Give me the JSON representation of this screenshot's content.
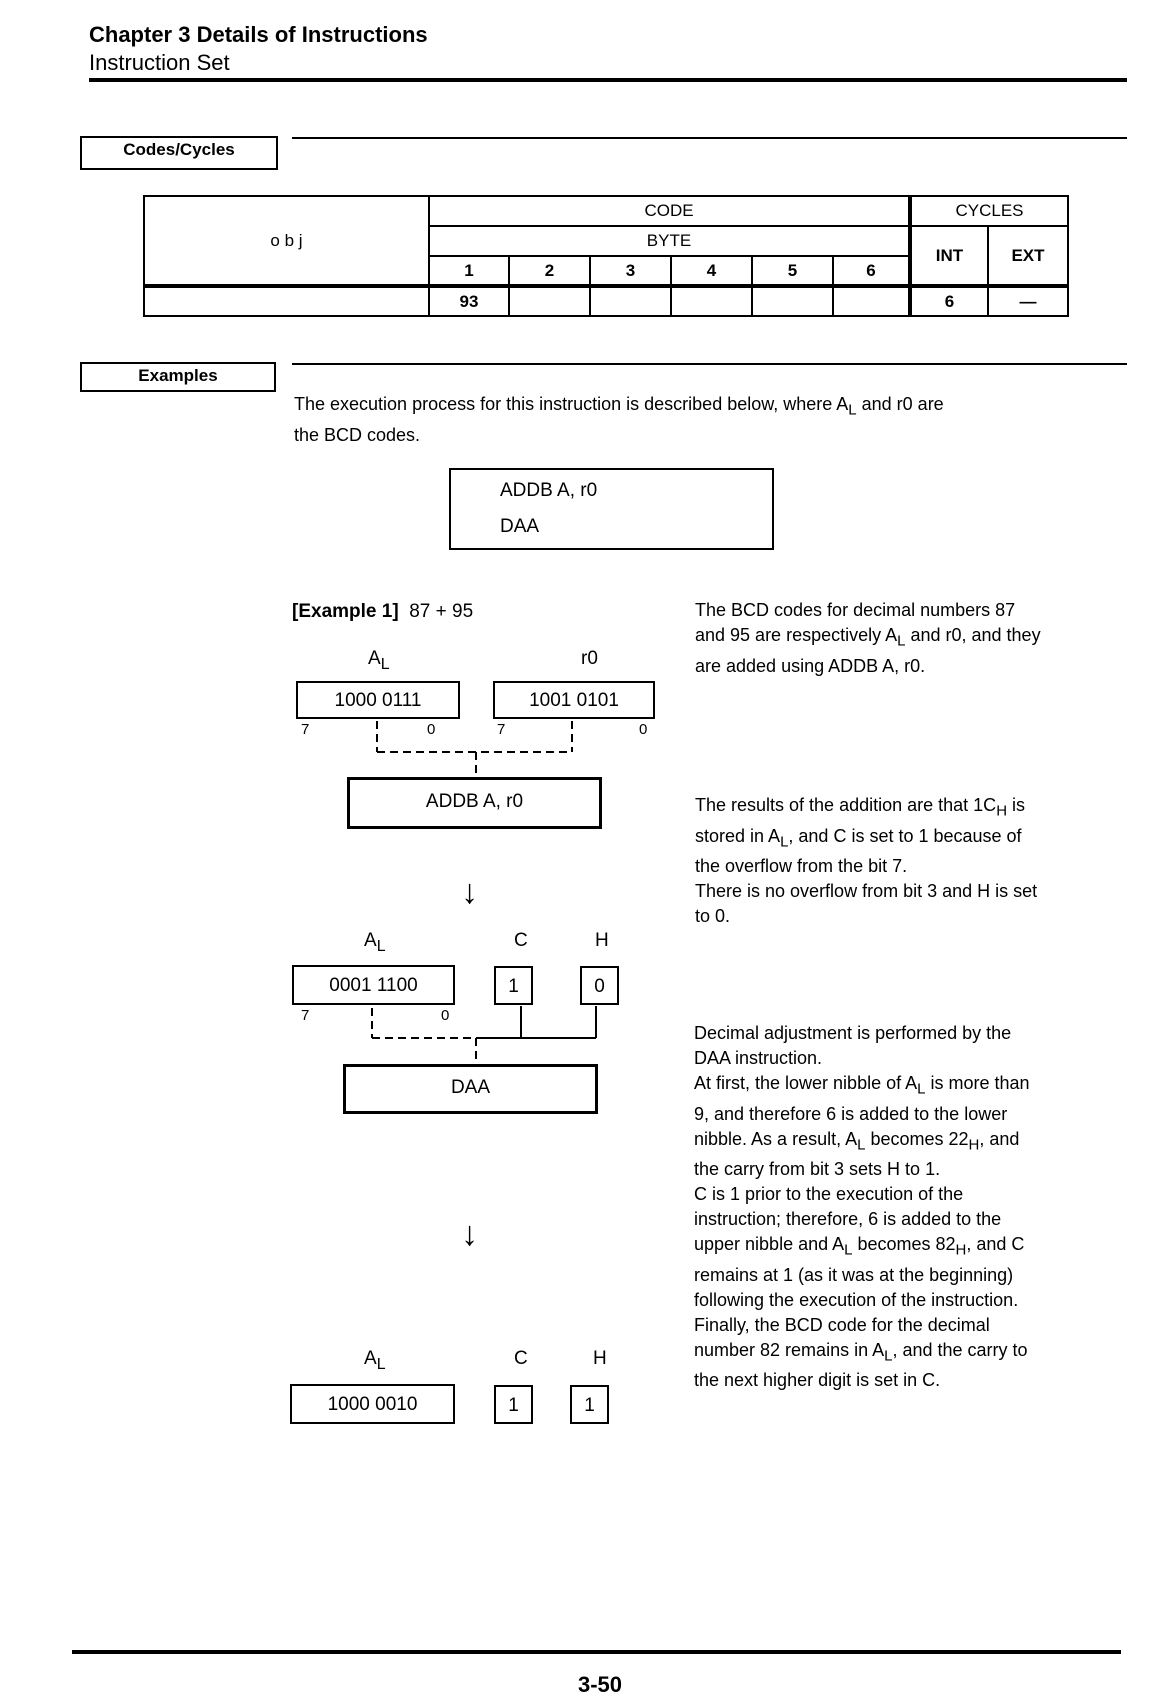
{
  "header": {
    "chapter": "Chapter 3  Details of Instructions",
    "section": "Instruction Set"
  },
  "codes_cycles": {
    "label": "Codes/Cycles",
    "obj_label": "o b j",
    "code_label": "CODE",
    "byte_label": "BYTE",
    "cycles_label": "CYCLES",
    "byte_numbers": [
      "1",
      "2",
      "3",
      "4",
      "5",
      "6"
    ],
    "int_label": "INT",
    "ext_label": "EXT",
    "row": {
      "obj": "",
      "bytes": [
        "93",
        "",
        "",
        "",
        "",
        ""
      ],
      "int": "6",
      "ext": "—"
    }
  },
  "examples": {
    "label": "Examples",
    "intro_line1": "The execution process for this instruction is described below, where A",
    "intro_sub": "L",
    "intro_line1_end": " and r0 are",
    "intro_line2": "the BCD codes.",
    "code_line1": "ADDB A, r0",
    "code_line2": "DAA",
    "example1_title": "[Example 1]",
    "example1_expr": "87 + 95"
  },
  "diagram": {
    "al_label": "A",
    "al_sub": "L",
    "r0_label": "r0",
    "c_label": "C",
    "h_label": "H",
    "al_initial": "1000  0111",
    "r0_initial": "1001  0101",
    "bit_high": "7",
    "bit_low": "0",
    "op_add": "ADDB A, r0",
    "arrow": "↓",
    "al_after_add": "0001  1100",
    "c_after_add": "1",
    "h_after_add": "0",
    "op_daa": "DAA",
    "al_final": "1000  0010",
    "c_final": "1",
    "h_final": "1"
  },
  "notes": {
    "p1": [
      "The BCD codes for decimal numbers 87",
      "and 95 are respectively A",
      "L",
      " and r0, and they",
      "are added using ADDB A, r0."
    ],
    "p2": [
      "The results of the addition are that 1C",
      "H",
      " is",
      "stored in A",
      "L",
      ", and C is set to 1 because of",
      "the overflow from the bit 7.",
      "There is no overflow from bit 3 and H is set",
      "to 0."
    ],
    "p3": {
      "l1": "Decimal adjustment is performed by the",
      "l2": "DAA instruction.",
      "l3a": "At first, the lower nibble of A",
      "l3s": "L",
      "l3b": " is more than",
      "l4": "9, and therefore 6 is added to the lower",
      "l5a": "nibble.  As a result, A",
      "l5s": "L",
      "l5b": " becomes 22",
      "l5s2": "H",
      "l5c": ", and",
      "l6": "the carry from bit 3 sets H to 1.",
      "l7": "C is 1 prior to the execution of the",
      "l8": "instruction; therefore, 6 is added to the",
      "l9a": "upper nibble and A",
      "l9s": "L",
      "l9b": " becomes 82",
      "l9s2": "H",
      "l9c": ", and C",
      "l10": "remains at 1 (as it was at the beginning)",
      "l11": "following the execution of the instruction.",
      "l12": "Finally, the BCD code for the decimal",
      "l13a": "number 82 remains in A",
      "l13s": "L",
      "l13b": ", and the carry to",
      "l14": "the next higher digit is set in C."
    }
  },
  "footer": {
    "page_number": "3-50"
  }
}
